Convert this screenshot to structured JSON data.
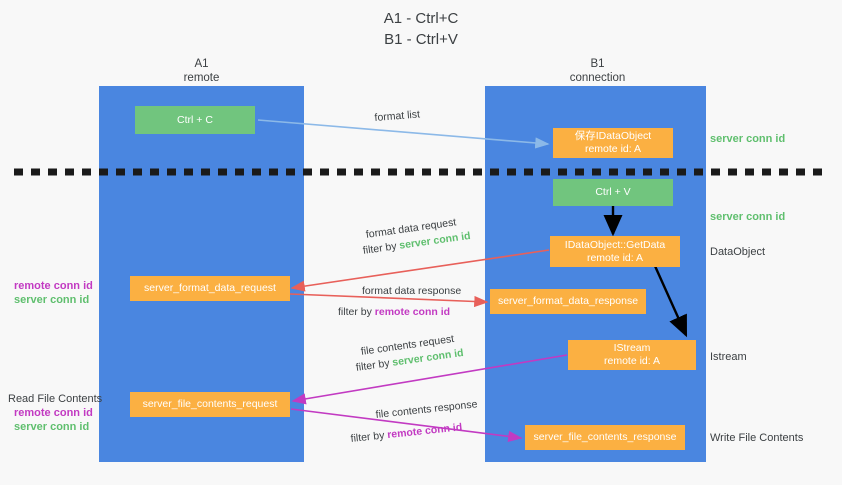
{
  "title": "A1 - Ctrl+C\nB1 - Ctrl+V",
  "columns": [
    {
      "name": "A1",
      "sub": "remote",
      "header": "A1\nremote"
    },
    {
      "name": "B1",
      "sub": "connection",
      "header": "B1\nconnection"
    }
  ],
  "colors": {
    "panel_blue": "#4a86e0",
    "node_green": "#71c57e",
    "node_orange": "#fbb042",
    "conn_server_green": "#5fbf6e",
    "conn_remote_purple": "#c23ac2",
    "arrow_lightblue": "#8cb9e8",
    "arrow_red": "#e8605a",
    "arrow_magenta": "#c23ac2",
    "arrow_black": "#000000",
    "background": "#f8f8f8",
    "text": "#3c4043"
  },
  "nodes": [
    {
      "id": "ctrl-c",
      "label": "Ctrl + C",
      "style": "green"
    },
    {
      "id": "save-idataobject",
      "label": "保存IDataObject\nremote id: A",
      "style": "orange"
    },
    {
      "id": "ctrl-v",
      "label": "Ctrl + V",
      "style": "green"
    },
    {
      "id": "idataobject-getdata",
      "label": "IDataObject::GetData\nremote id: A",
      "style": "orange"
    },
    {
      "id": "server-format-data-request",
      "label": "server_format_data_request",
      "style": "orange"
    },
    {
      "id": "server-format-data-response",
      "label": "server_format_data_response",
      "style": "orange"
    },
    {
      "id": "istream",
      "label": "IStream\nremote id: A",
      "style": "orange"
    },
    {
      "id": "server-file-contents-request",
      "label": "server_file_contents_request",
      "style": "orange"
    },
    {
      "id": "server-file-contents-response",
      "label": "server_file_contents_response",
      "style": "orange"
    }
  ],
  "edges": [
    {
      "id": "format-list",
      "label": "format list",
      "filter": ""
    },
    {
      "id": "format-data-request",
      "label": "format data request",
      "filter_prefix": "filter by ",
      "filter_value": "server conn id",
      "filter_color": "green"
    },
    {
      "id": "format-data-response",
      "label": "format data response",
      "filter_prefix": "filter by ",
      "filter_value": "remote conn id",
      "filter_color": "purple"
    },
    {
      "id": "file-contents-request",
      "label": "file contents request",
      "filter_prefix": "filter by ",
      "filter_value": "server conn id",
      "filter_color": "green"
    },
    {
      "id": "file-contents-response",
      "label": "file contents response",
      "filter_prefix": "filter by ",
      "filter_value": "remote conn id",
      "filter_color": "purple"
    }
  ],
  "right_labels": [
    {
      "id": "server-conn-id-top",
      "text": "server conn id",
      "color": "green"
    },
    {
      "id": "server-conn-id-second",
      "text": "server conn id",
      "color": "green"
    },
    {
      "id": "dataobject",
      "text": "DataObject",
      "color": "dark"
    },
    {
      "id": "istream-label",
      "text": "Istream",
      "color": "dark"
    },
    {
      "id": "write-file-contents",
      "text": "Write File Contents",
      "color": "dark"
    }
  ],
  "left_labels": [
    {
      "id": "conn-ids-format",
      "remote": "remote conn id",
      "server": "server conn id"
    },
    {
      "id": "read-file-contents-heading",
      "heading": "Read File Contents",
      "remote": "remote conn id",
      "server": "server conn id"
    }
  ]
}
